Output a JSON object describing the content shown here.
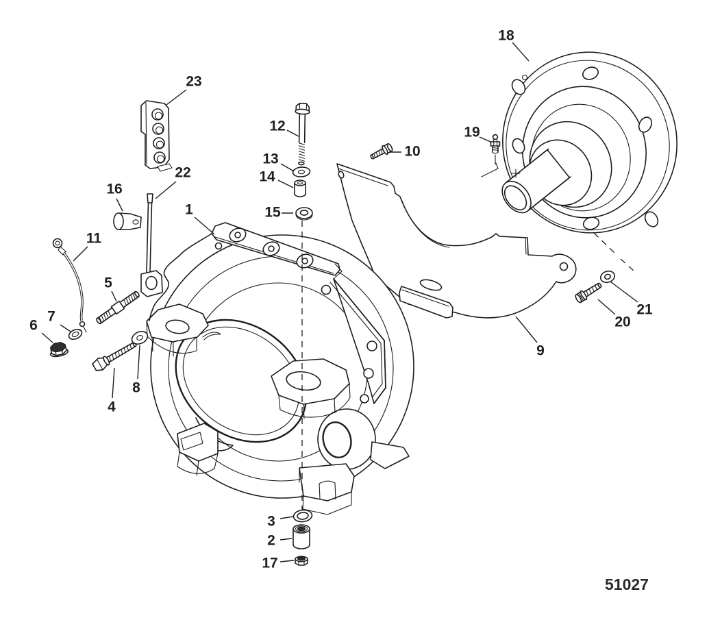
{
  "drawing_number": "51027",
  "callouts": {
    "p1": "1",
    "p2": "2",
    "p3": "3",
    "p4": "4",
    "p5": "5",
    "p6": "6",
    "p7": "7",
    "p8": "8",
    "p9": "9",
    "p10": "10",
    "p11": "11",
    "p12": "12",
    "p13": "13",
    "p14": "14",
    "p15": "15",
    "p16": "16",
    "p17": "17",
    "p18": "18",
    "p19": "19",
    "p20": "20",
    "p21": "21",
    "p22": "22",
    "p23": "23"
  }
}
